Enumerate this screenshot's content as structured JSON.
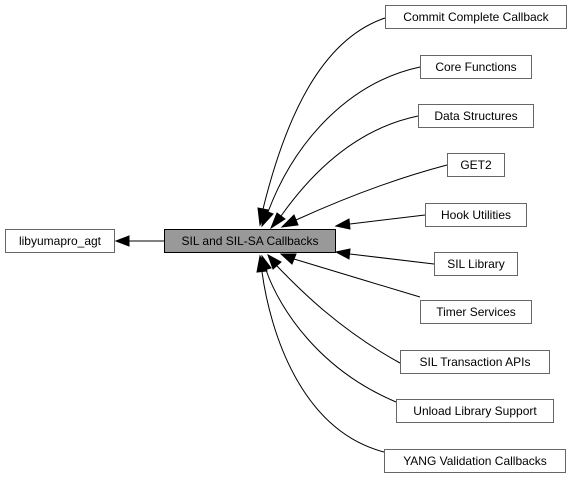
{
  "diagram": {
    "parent": {
      "label": "libyumapro_agt"
    },
    "center": {
      "label": "SIL and SIL-SA Callbacks"
    },
    "children": [
      {
        "label": "Commit Complete Callback"
      },
      {
        "label": "Core Functions"
      },
      {
        "label": "Data Structures"
      },
      {
        "label": "GET2"
      },
      {
        "label": "Hook Utilities"
      },
      {
        "label": "SIL Library"
      },
      {
        "label": "Timer Services"
      },
      {
        "label": "SIL Transaction APIs"
      },
      {
        "label": "Unload Library Support"
      },
      {
        "label": "YANG Validation Callbacks"
      }
    ]
  }
}
